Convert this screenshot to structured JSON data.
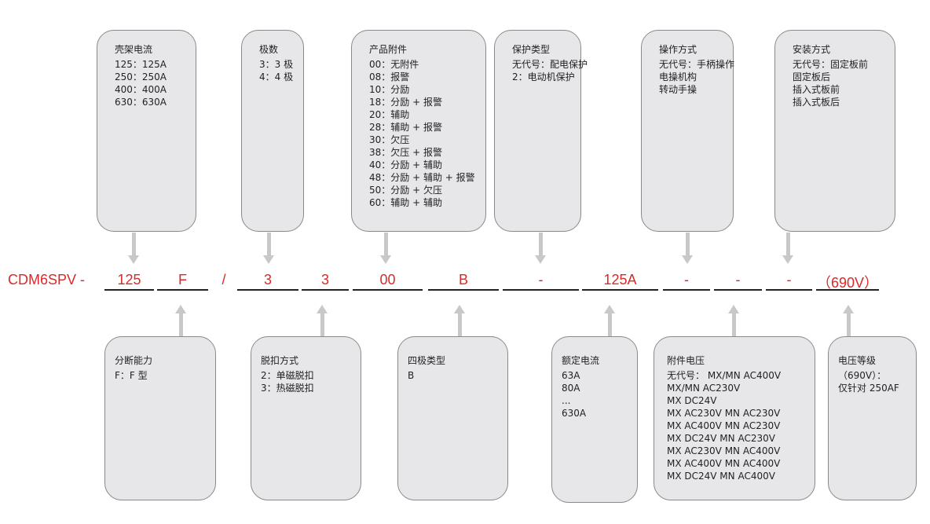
{
  "prefix": "CDM6SPV -",
  "slash": "/",
  "segments": [
    "125",
    "F",
    "3",
    "3",
    "00",
    "B",
    "-",
    "125A",
    "-",
    "-",
    "-",
    "（690V）"
  ],
  "top_boxes": [
    {
      "title": "壳架电流",
      "lines": [
        "125：125A",
        "250：250A",
        "400：400A",
        "630：630A"
      ]
    },
    {
      "title": "极数",
      "lines": [
        "3：3 极",
        "4：4 极"
      ]
    },
    {
      "title": "产品附件",
      "lines": [
        "00：无附件",
        "08：报警",
        "10：分励",
        "18：分励 + 报警",
        "20：辅助",
        "28：辅助 + 报警",
        "30：欠压",
        "38：欠压 + 报警",
        "40：分励 + 辅助",
        "48：分励 + 辅助 + 报警",
        "50：分励 + 欠压",
        "60：辅助 + 辅助"
      ]
    },
    {
      "title": "保护类型",
      "lines": [
        "无代号：配电保护",
        "2：电动机保护"
      ]
    },
    {
      "title": "操作方式",
      "lines": [
        "无代号：手柄操作",
        "电操机构",
        "转动手操"
      ]
    },
    {
      "title": "安装方式",
      "lines": [
        "无代号：固定板前",
        "固定板后",
        "插入式板前",
        "插入式板后"
      ]
    }
  ],
  "bottom_boxes": [
    {
      "title": "分断能力",
      "lines": [
        "F：F 型"
      ]
    },
    {
      "title": "脱扣方式",
      "lines": [
        "2：单磁脱扣",
        "3：热磁脱扣"
      ]
    },
    {
      "title": "四极类型",
      "lines": [
        "B"
      ]
    },
    {
      "title": "额定电流",
      "lines": [
        "63A",
        "80A",
        "...",
        "630A"
      ]
    },
    {
      "title": "附件电压",
      "lines": [
        "无代号： MX/MN AC400V",
        "MX/MN AC230V",
        "MX DC24V",
        "MX AC230V MN AC230V",
        "MX AC400V MN AC230V",
        "MX DC24V  MN AC230V",
        "MX AC230V MN AC400V",
        "MX AC400V MN AC400V",
        "MX DC24V MN AC400V"
      ]
    },
    {
      "title": "电压等级",
      "lines": [
        "（690V）：",
        "仅针对 250AF"
      ]
    }
  ]
}
